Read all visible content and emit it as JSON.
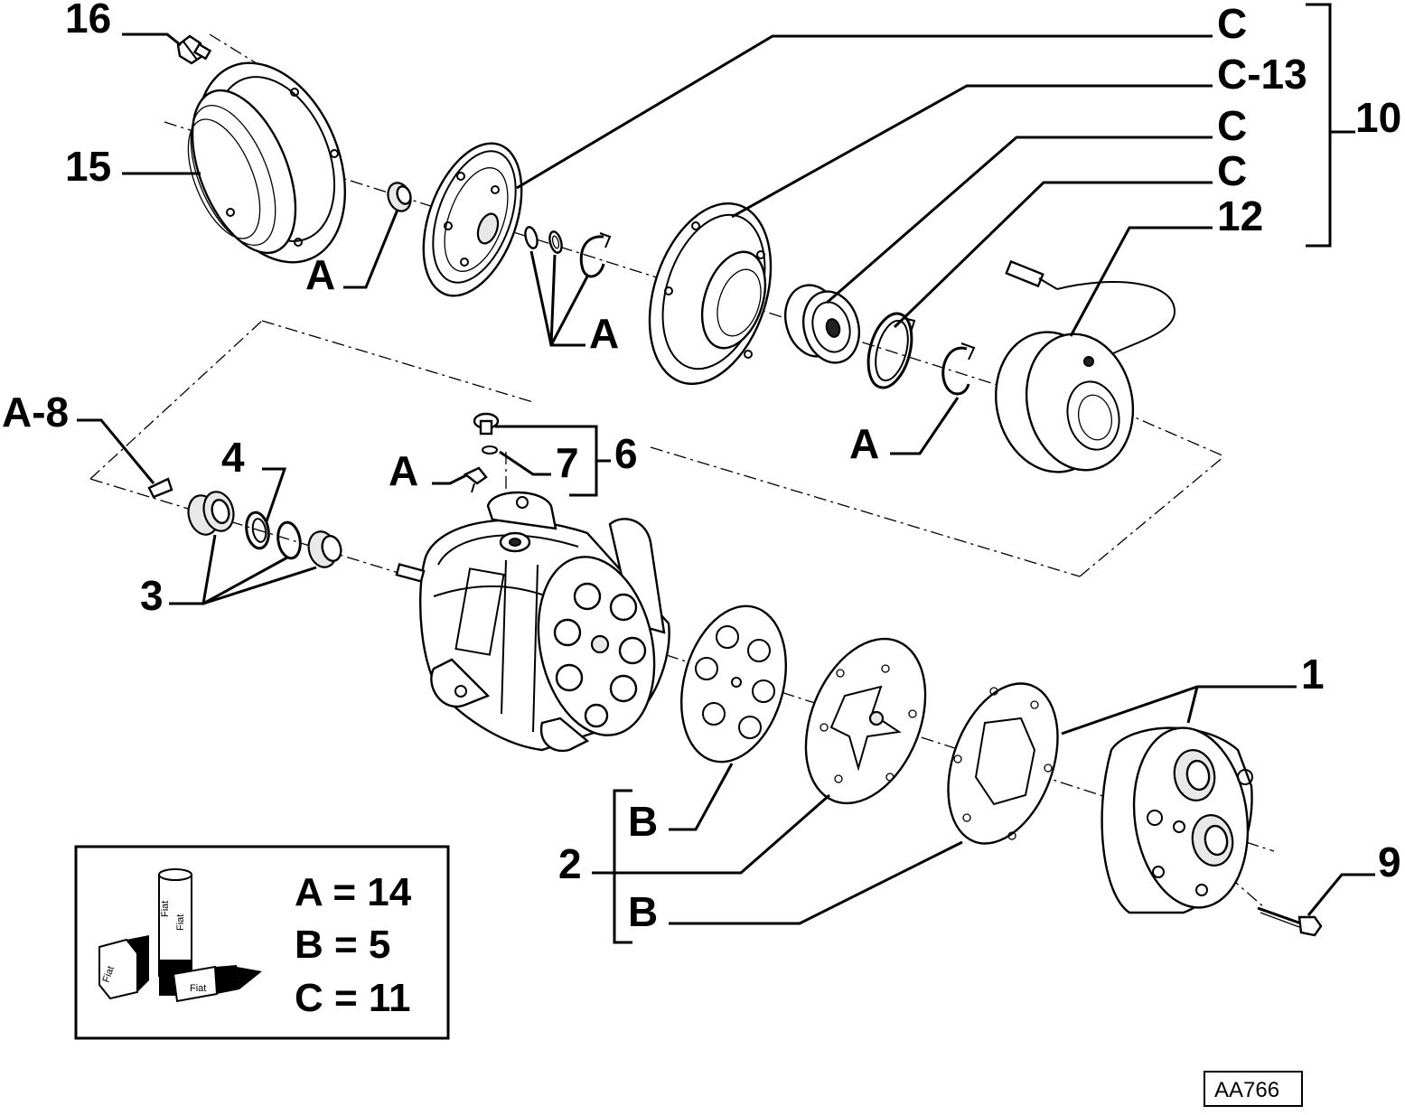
{
  "callouts": {
    "c16": "16",
    "c15": "15",
    "a_hub_nut": "A",
    "c_top": "C",
    "c13": "C-13",
    "c_bearing": "C",
    "c_snap": "C",
    "c12": "12",
    "c10": "10",
    "a_shims": "A",
    "a_circlip": "A",
    "a8": "A-8",
    "c4": "4",
    "a_valve": "A",
    "c7": "7",
    "c6": "6",
    "c3": "3",
    "c1": "1",
    "b_upper": "B",
    "c2": "2",
    "b_lower": "B",
    "c9": "9"
  },
  "legend": {
    "icon": "fiat-parts-packaging-icon",
    "rows": [
      "A = 14",
      "B = 5",
      "C = 11"
    ],
    "box_text": [
      "Fiat",
      "Fiat",
      "Fiat",
      "Fiat"
    ]
  },
  "drawing_code": "AA766"
}
